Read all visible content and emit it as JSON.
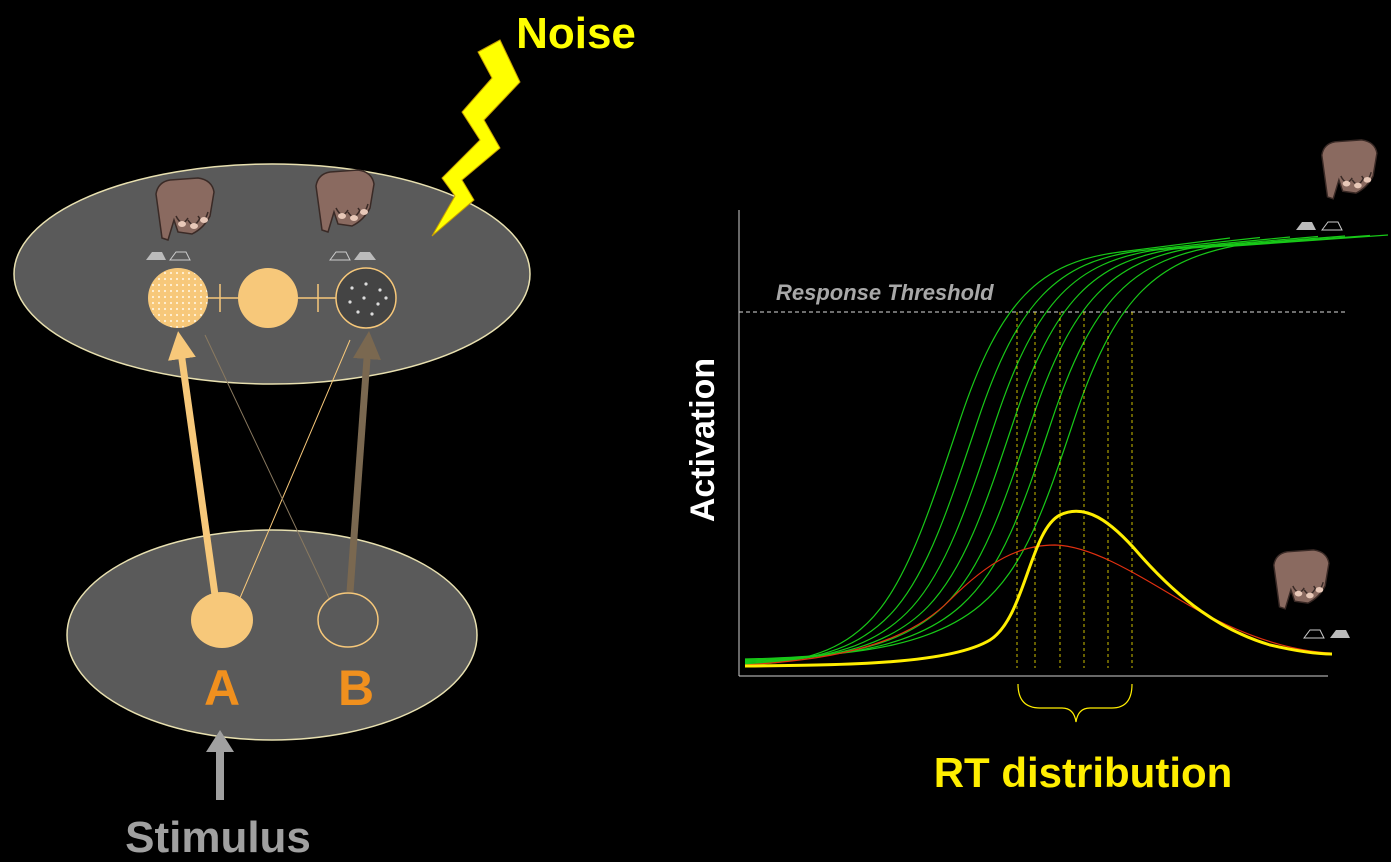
{
  "labels": {
    "noise": "Noise",
    "node_a": "A",
    "node_b": "B",
    "stimulus": "Stimulus",
    "y_axis": "Activation",
    "threshold": "Response Threshold",
    "rt_distribution": "RT distribution"
  },
  "colors": {
    "background": "#000000",
    "layer_fill": "#5a5a5a",
    "layer_stroke": "#e8e0b0",
    "unit_orange": "#f7c87a",
    "label_orange": "#f0901e",
    "noise_yellow": "#ffff00",
    "stimulus_gray": "#a0a0a0",
    "accumulator_green": "#18c818",
    "rt_yellow": "#ffee00",
    "red_curve": "#e03010",
    "threshold_text": "#a8a8a8",
    "hand_brown": "#8a6a60"
  },
  "icons": {
    "hand": "pointing-hand-icon",
    "buttons": "response-buttons-icon",
    "lightning": "lightning-bolt-icon"
  }
}
